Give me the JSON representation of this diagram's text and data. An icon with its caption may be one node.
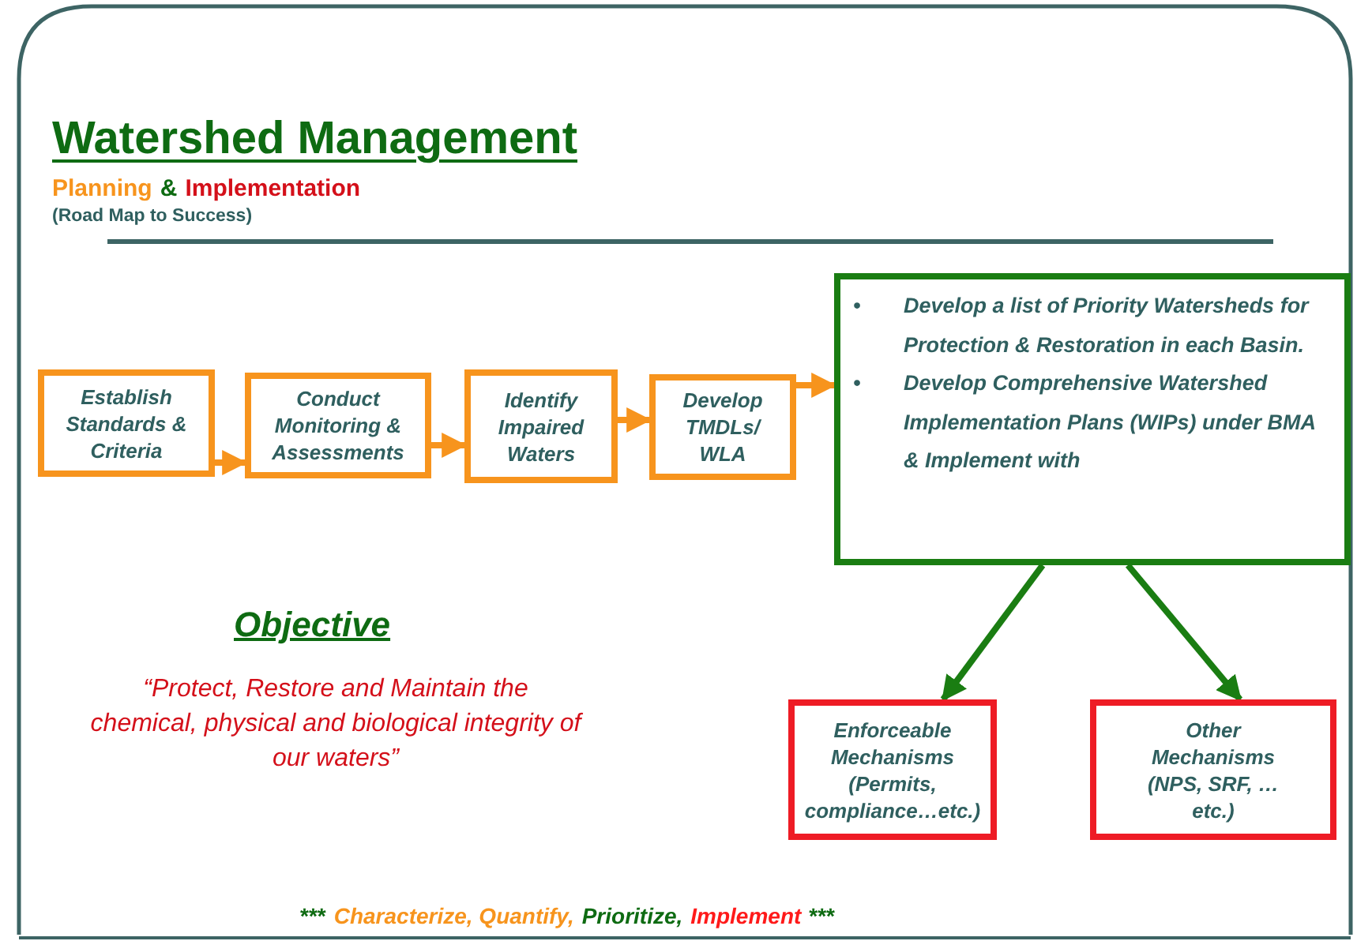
{
  "diagram": {
    "title": "Watershed Management",
    "nodes": [
      {
        "text": [
          "Establish Standards & Criteria"
        ]
      },
      {
        "text": [
          "Conduct Monitoring & Assessments"
        ]
      },
      {
        "text": [
          "Identify Impaired Waters"
        ]
      },
      {
        "text": [
          "Develop TMDLs/ WLA"
        ]
      },
      {
        "text": [
          "•",
          "Develop a list of Priority Watersheds  for Protection & Restoration in each Basin.",
          "•",
          "Develop Comprehensive Watershed Implementation Plans (WIPs) under  BMA & Implement with"
        ]
      },
      {
        "text": [
          "Enforceable Mechanisms (Permits, compliance…etc.)"
        ]
      },
      {
        "text": [
          "Other Mechanisms (NPS, SRF, …etc.)"
        ]
      }
    ],
    "edges": [
      {
        "from": 0,
        "to": 1,
        "arrow": "to"
      },
      {
        "from": 1,
        "to": 2,
        "arrow": "to"
      },
      {
        "from": 2,
        "to": 3,
        "arrow": "to"
      },
      {
        "from": 3,
        "to": 4,
        "arrow": "to"
      },
      {
        "from": 4,
        "to": 5,
        "arrow": "to",
        "color": "#1a7d12"
      },
      {
        "from": 4,
        "to": 6,
        "arrow": "to",
        "color": "#1a7d12"
      }
    ],
    "labels": [
      "Planning",
      "&",
      "Implementation",
      "(Road Map to Success)",
      "Objective",
      "“Protect, Restore and Maintain the chemical, physical and biological integrity of our waters”",
      "***",
      "Characterize, Quantify,",
      "Prioritize,",
      "Implement",
      "***"
    ]
  }
}
